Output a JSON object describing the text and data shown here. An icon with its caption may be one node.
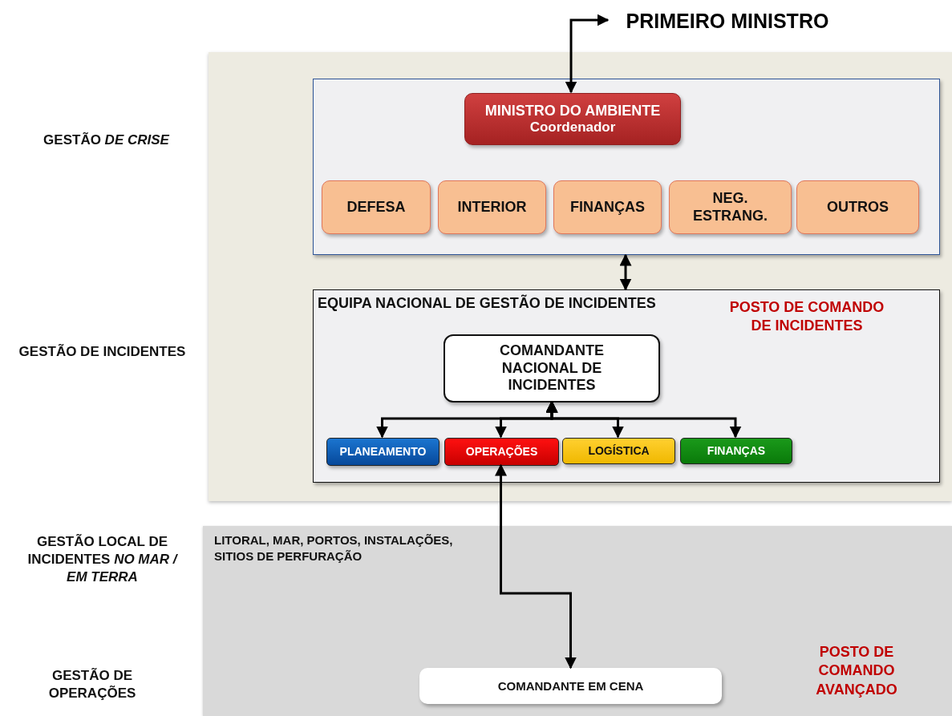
{
  "diagram": {
    "nodes": [
      {
        "text": [
          "PRIMEIRO MINISTRO"
        ]
      },
      {
        "text": [],
        "shape": "box"
      },
      {
        "text": [
          "MINISTRO DO AMBIENTE",
          "Coordenador"
        ],
        "in": 1
      },
      {
        "text": [
          "DEFESA"
        ],
        "in": 1
      },
      {
        "text": [
          "INTERIOR"
        ],
        "in": 1
      },
      {
        "text": [
          "FINANÇAS"
        ],
        "in": 1
      },
      {
        "text": [
          "NEG. ESTRANG."
        ],
        "in": 1
      },
      {
        "text": [
          "OUTROS"
        ],
        "in": 1
      },
      {
        "text": [
          "EQUIPA NACIONAL DE GESTÃO DE INCIDENTES",
          "POSTO DE COMANDO DE INCIDENTES"
        ]
      },
      {
        "text": [
          "COMANDANTE NACIONAL DE INCIDENTES"
        ],
        "in": 8
      },
      {
        "text": [
          "PLANEAMENTO"
        ],
        "in": 8
      },
      {
        "text": [
          "OPERAÇÕES"
        ],
        "in": 8
      },
      {
        "text": [
          "LOGÍSTICA"
        ],
        "in": 8
      },
      {
        "text": [
          "FINANÇAS"
        ],
        "in": 8
      },
      {
        "text": [
          "LITORAL, MAR, PORTOS, INSTALAÇÕES, SITIOS DE PERFURAÇÃO",
          "POSTO DE COMANDO AVANÇADO"
        ]
      },
      {
        "text": [
          "COMANDANTE EM CENA"
        ],
        "in": 14
      }
    ],
    "edges": [
      {
        "from": 2,
        "to": 0,
        "arrow": "both"
      },
      {
        "from": 1,
        "to": 8,
        "arrow": "both"
      },
      {
        "from": 9,
        "to": 10,
        "arrow": "both"
      },
      {
        "from": 9,
        "to": 11,
        "arrow": "both"
      },
      {
        "from": 9,
        "to": 12,
        "arrow": "both"
      },
      {
        "from": 9,
        "to": 13,
        "arrow": "both"
      },
      {
        "from": 11,
        "to": 15,
        "arrow": "both"
      }
    ],
    "labels": [
      "GESTÃO *DE CRISE*",
      "GESTÃO DE INCIDENTES",
      "GESTÃO LOCAL DE INCIDENTES *NO MAR / EM TERRA*",
      "GESTÃO DE OPERAÇÕES"
    ]
  }
}
